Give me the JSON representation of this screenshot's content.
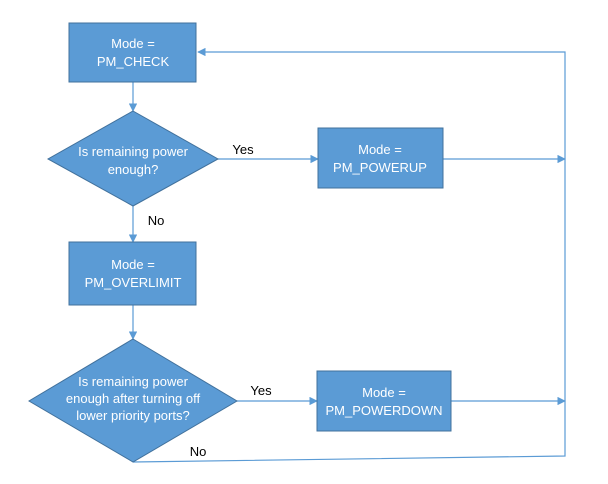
{
  "nodes": {
    "check": {
      "lines": [
        "Mode =",
        "PM_CHECK"
      ]
    },
    "q1": {
      "lines": [
        "Is remaining power",
        "enough?"
      ]
    },
    "powerup": {
      "lines": [
        "Mode =",
        "PM_POWERUP"
      ]
    },
    "overlimit": {
      "lines": [
        "Mode =",
        "PM_OVERLIMIT"
      ]
    },
    "q2": {
      "lines": [
        "Is remaining power",
        "enough after turning off",
        "lower priority ports?"
      ]
    },
    "powerdown": {
      "lines": [
        "Mode =",
        "PM_POWERDOWN"
      ]
    }
  },
  "edges": {
    "q1_yes": "Yes",
    "q1_no": "No",
    "q2_yes": "Yes",
    "q2_no": "No"
  },
  "colors": {
    "fill": "#5b9bd5",
    "stroke": "#41719c",
    "line": "#5b9bd5"
  }
}
